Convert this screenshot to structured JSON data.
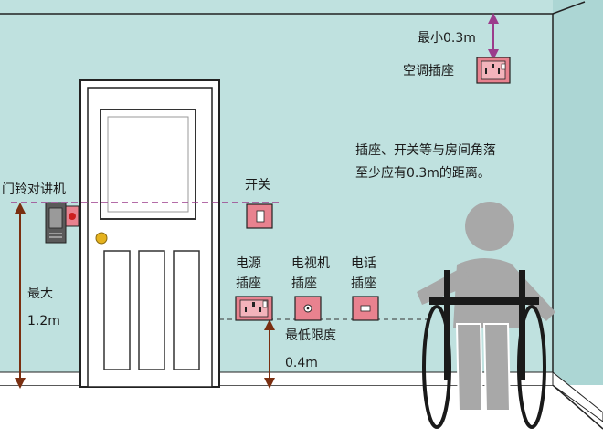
{
  "labels": {
    "min_ceiling": "最小0.3m",
    "ac_socket": "空调插座",
    "note_line1": "插座、开关等与房间角落",
    "note_line2": "至少应有0.3m的距离。",
    "intercom": "门铃对讲机",
    "switch": "开关",
    "power_socket_1": "电源",
    "power_socket_2": "插座",
    "tv_socket_1": "电视机",
    "tv_socket_2": "插座",
    "phone_socket_1": "电话",
    "phone_socket_2": "插座",
    "max_1": "最大",
    "max_2": "1.2m",
    "min_height_1": "最低限度",
    "min_height_2": "0.4m"
  },
  "colors": {
    "wall": "#bfe1df",
    "outline": "#222222",
    "socket_fill": "#e8828f",
    "guide_line": "#9b3c8c",
    "dimension": "#7a2e10",
    "figure": "#a8a8a8",
    "door": "#ffffff",
    "knob": "#e5b21e"
  }
}
